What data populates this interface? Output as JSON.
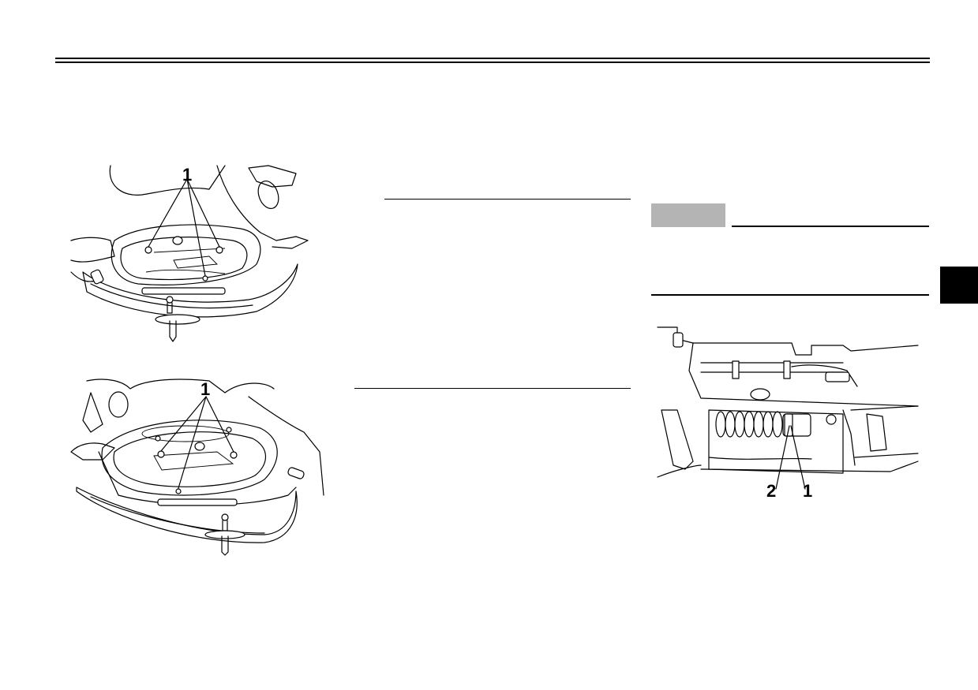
{
  "figures": {
    "fig1": {
      "callouts": [
        "1"
      ]
    },
    "fig2": {
      "callouts": [
        "1"
      ]
    },
    "fig3": {
      "callouts": [
        "2",
        "1"
      ]
    }
  },
  "colors": {
    "text": "#000000",
    "section_tab": "#000000",
    "note_box": "#b4b4b4"
  }
}
